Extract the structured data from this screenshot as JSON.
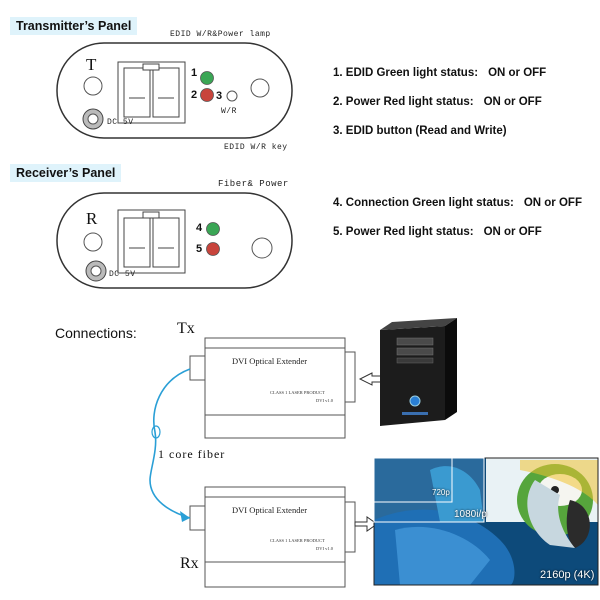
{
  "transmitter": {
    "title": "Transmitter’s Panel",
    "top_label": "EDID W/R&Power lamp",
    "letter": "T",
    "led1": "1",
    "led2": "2",
    "led3": "3",
    "wr": "W/R",
    "dc": "DC 5V",
    "bottom_label": "EDID W/R key"
  },
  "receiver": {
    "title": "Receiver’s Panel",
    "top_label": "Fiber& Power",
    "letter": "R",
    "led4": "4",
    "led5": "5",
    "dc": "DC 5V"
  },
  "status": {
    "s1_label": "1. EDID Green light status:",
    "s1_value": "ON or OFF",
    "s2_label": "2. Power Red light status:",
    "s2_value": "ON or OFF",
    "s3_label": "3.  EDID button (Read and Write)",
    "s4_label": "4.  Connection Green light status:",
    "s4_value": "ON or OFF",
    "s5_label": "5. Power Red light status:",
    "s5_value": "ON or OFF"
  },
  "connections": {
    "label": "Connections:",
    "tx": "Tx",
    "rx": "Rx",
    "device_title": "DVI Optical Extender",
    "device_class": "CLASS 1 LASER PRODUCT",
    "device_version": "DVI v1.0",
    "fiber_label": "1 core fiber",
    "res_720": "720p",
    "res_1080": "1080i/p",
    "res_4k": "2160p (4K)"
  },
  "colors": {
    "led_green": "#3aa655",
    "led_red": "#c8443c",
    "fiber_line": "#2a9fd6",
    "title_bg": "#dff3fb"
  }
}
